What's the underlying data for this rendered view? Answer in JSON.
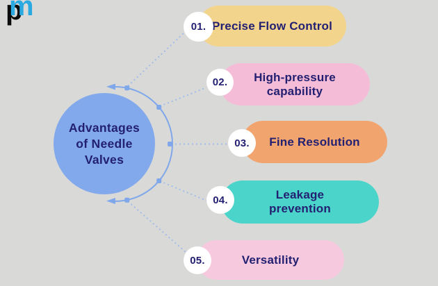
{
  "canvas": {
    "background": "#D9D9D8"
  },
  "logo": {
    "letter_m": "m",
    "letter_p": "p",
    "m_color": "#2BA9E1",
    "p_color": "#0B0B0B"
  },
  "theme": {
    "text_color": "#232072",
    "badge_bg": "#FFFFFF"
  },
  "hub": {
    "title": "Advantages\nof Needle\nValves",
    "fill": "#82A9EB"
  },
  "connector": {
    "line_color": "#7FA7EA",
    "dot_color": "#A2BCE9"
  },
  "items": [
    {
      "number": "01.",
      "label": "Precise Flow Control",
      "color": "#F2D48D"
    },
    {
      "number": "02.",
      "label": "High-pressure\ncapability",
      "color": "#F5BCD7"
    },
    {
      "number": "03.",
      "label": "Fine Resolution",
      "color": "#F1A46E"
    },
    {
      "number": "04.",
      "label": "Leakage\nprevention",
      "color": "#4AD4CA"
    },
    {
      "number": "05.",
      "label": "Versatility",
      "color": "#F7C9DE"
    }
  ]
}
